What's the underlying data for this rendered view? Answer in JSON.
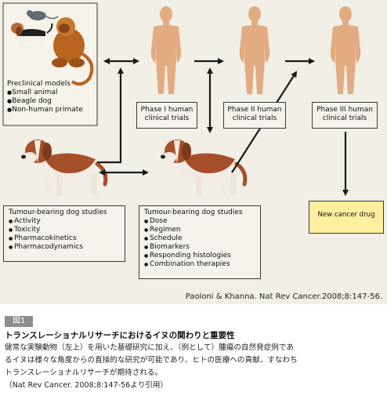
{
  "diagram": {
    "preclinical": {
      "title": "Preclinical models",
      "items": [
        "Small animal",
        "Beagle dog",
        "Non-human primate"
      ]
    },
    "phases": [
      {
        "line1": "Phase I human",
        "line2": "clinical trials"
      },
      {
        "line1": "Phase II human",
        "line2": "clinical trials"
      },
      {
        "line1": "Phase III human",
        "line2": "clinical trials"
      }
    ],
    "new_drug": "New cancer drug",
    "dog_studies_1": {
      "title": "Tumour-bearing dog studies",
      "items": [
        "Activity",
        "Toxicity",
        "Pharmacokinetics",
        "Pharmacodynamics"
      ]
    },
    "dog_studies_2": {
      "title": "Tumour-bearing dog studies",
      "items": [
        "Dose",
        "Regimen",
        "Schedule",
        "Biomarkers",
        "Responding histologies",
        "Combination therapies"
      ]
    }
  },
  "citation": "Paoloni & Khanna. Nat Rev Cancer.2008;8:147-56.",
  "caption": {
    "badge": "図1",
    "title": "トランスレーショナルリサーチにおけるイヌの関わりと重要性",
    "body_lines": [
      "健常な実験動物（左上）を用いた基礎研究に加え、（例として）腫瘍の自然発症例であ",
      "るイヌは様々な角度からの直接的な研究が可能であり、ヒトの医療への貢献、すなわち",
      "トランスレーショナルリサーチが期待される。",
      "（Nat Rev Cancer. 2008;8:147-56より引用）"
    ]
  },
  "colors": {
    "background": "#f1efe6",
    "skin": "#e3ab82",
    "dog_brown": "#a5502b",
    "drug_box": "#ffef9e",
    "badge": "#8b8d8f"
  }
}
